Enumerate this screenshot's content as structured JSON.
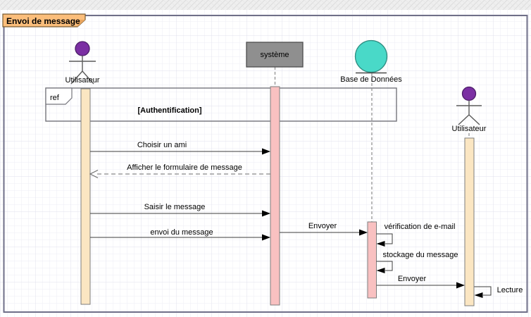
{
  "tab": {
    "label": "Envoi de message"
  },
  "ref": {
    "keyword": "ref",
    "label": "[Authentification]"
  },
  "participants": [
    {
      "id": "user_left",
      "type": "actor",
      "label": "Utilisateur"
    },
    {
      "id": "system",
      "type": "object",
      "label": "système"
    },
    {
      "id": "database",
      "type": "entity",
      "label": "Base de Données"
    },
    {
      "id": "user_right",
      "type": "actor",
      "label": "Utilisateur"
    }
  ],
  "messages": [
    {
      "label": "Choisir un ami",
      "from": "user_left",
      "to": "system",
      "style": "solid"
    },
    {
      "label": "Afficher le formulaire de message",
      "from": "system",
      "to": "user_left",
      "style": "dashed-return"
    },
    {
      "label": "Saisir le message",
      "from": "user_left",
      "to": "system",
      "style": "solid"
    },
    {
      "label": "envoi du message",
      "from": "user_left",
      "to": "system",
      "style": "solid"
    },
    {
      "label": "Envoyer",
      "from": "system",
      "to": "database",
      "style": "solid"
    },
    {
      "label": "vérification de e-mail",
      "from": "database",
      "to": "database",
      "style": "self"
    },
    {
      "label": "stockage du message",
      "from": "database",
      "to": "database",
      "style": "self"
    },
    {
      "label": "Envoyer",
      "from": "database",
      "to": "user_right",
      "style": "solid"
    },
    {
      "label": "Lecture",
      "from": "user_right",
      "to": "user_right",
      "style": "self"
    }
  ],
  "colors": {
    "actor_head": "#7b2fa3",
    "system_fill": "#8f8f8f",
    "database_fill": "#49d9c8",
    "activation_warm": "#fbe6c2",
    "activation_pink": "#f9c1c1",
    "tab_fill": "#fbbe7b",
    "tab_fold": "#e8a55f",
    "frame_border": "#6f6f88"
  }
}
